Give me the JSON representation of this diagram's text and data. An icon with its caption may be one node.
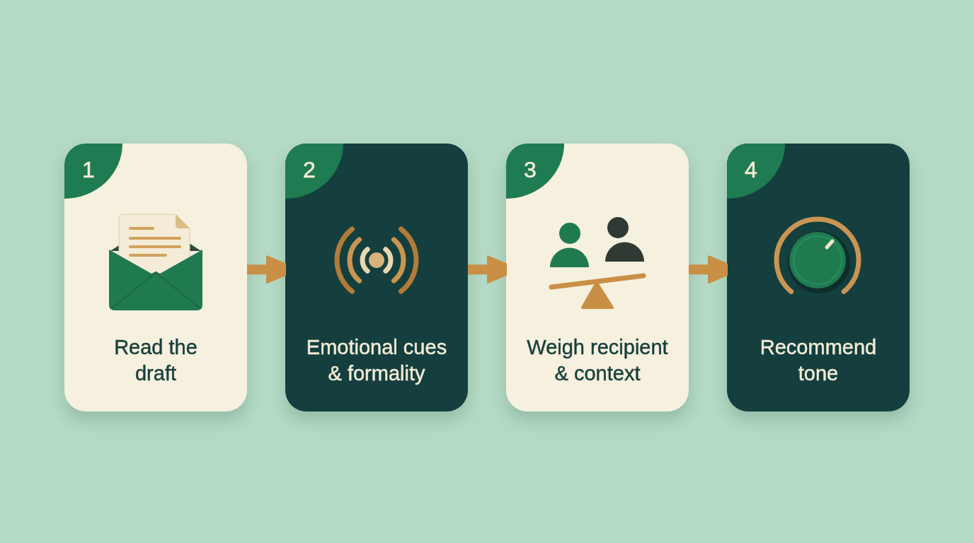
{
  "diagram": {
    "nodes": [
      {
        "text": [
          "Read the draft"
        ]
      },
      {
        "text": [
          "1"
        ],
        "in": 0
      },
      {
        "text": [
          "Emotional cues & formality"
        ]
      },
      {
        "text": [
          "2"
        ],
        "in": 2
      },
      {
        "text": [
          "Weigh recipient & context"
        ]
      },
      {
        "text": [
          "3"
        ],
        "in": 4
      },
      {
        "text": [
          "Recommend tone"
        ]
      },
      {
        "text": [
          "4"
        ],
        "in": 6
      }
    ],
    "edges": [
      {
        "from": 0,
        "to": 2,
        "arrow": "to"
      },
      {
        "from": 2,
        "to": 4,
        "arrow": "to"
      },
      {
        "from": 4,
        "to": 6,
        "arrow": "to"
      }
    ]
  }
}
